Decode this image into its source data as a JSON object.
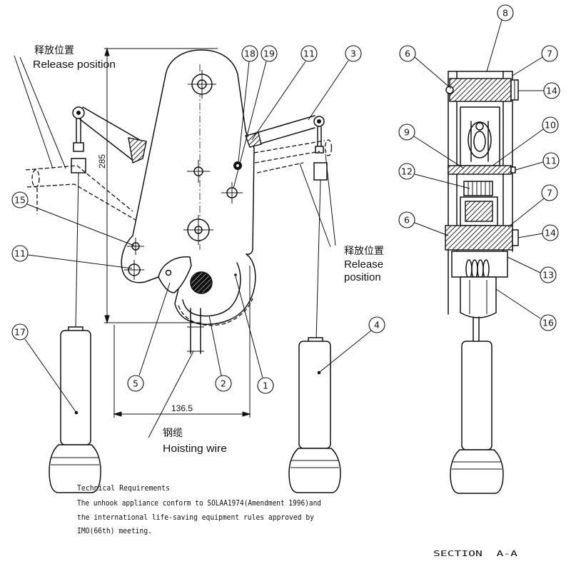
{
  "labels": {
    "release_cn_left": "释放位置",
    "release_en_left": "Release position",
    "release_cn_right": "释放位置",
    "release_en_right_line1": "Release",
    "release_en_right_line2": "position",
    "wire_cn": "钢缆",
    "wire_en": "Hoisting wire",
    "dim_height": "285",
    "dim_width": "136.5",
    "section_title": "SECTION  A-A"
  },
  "callouts": {
    "main": [
      "18",
      "19",
      "11",
      "3",
      "15",
      "11",
      "17",
      "5",
      "2",
      "1",
      "4"
    ],
    "section": [
      "8",
      "6",
      "7",
      "14",
      "9",
      "10",
      "11",
      "12",
      "7",
      "6",
      "14",
      "13",
      "16"
    ]
  },
  "notes": {
    "heading": "Technical Requirements",
    "lines": [
      "The unhook appliance conform to SOLAA1974(Amendment 1996)and",
      "the international life-saving equipment rules approved by",
      "IMO(66th) meeting."
    ]
  },
  "colors": {
    "ink": "#111111",
    "paper": "#ffffff"
  }
}
